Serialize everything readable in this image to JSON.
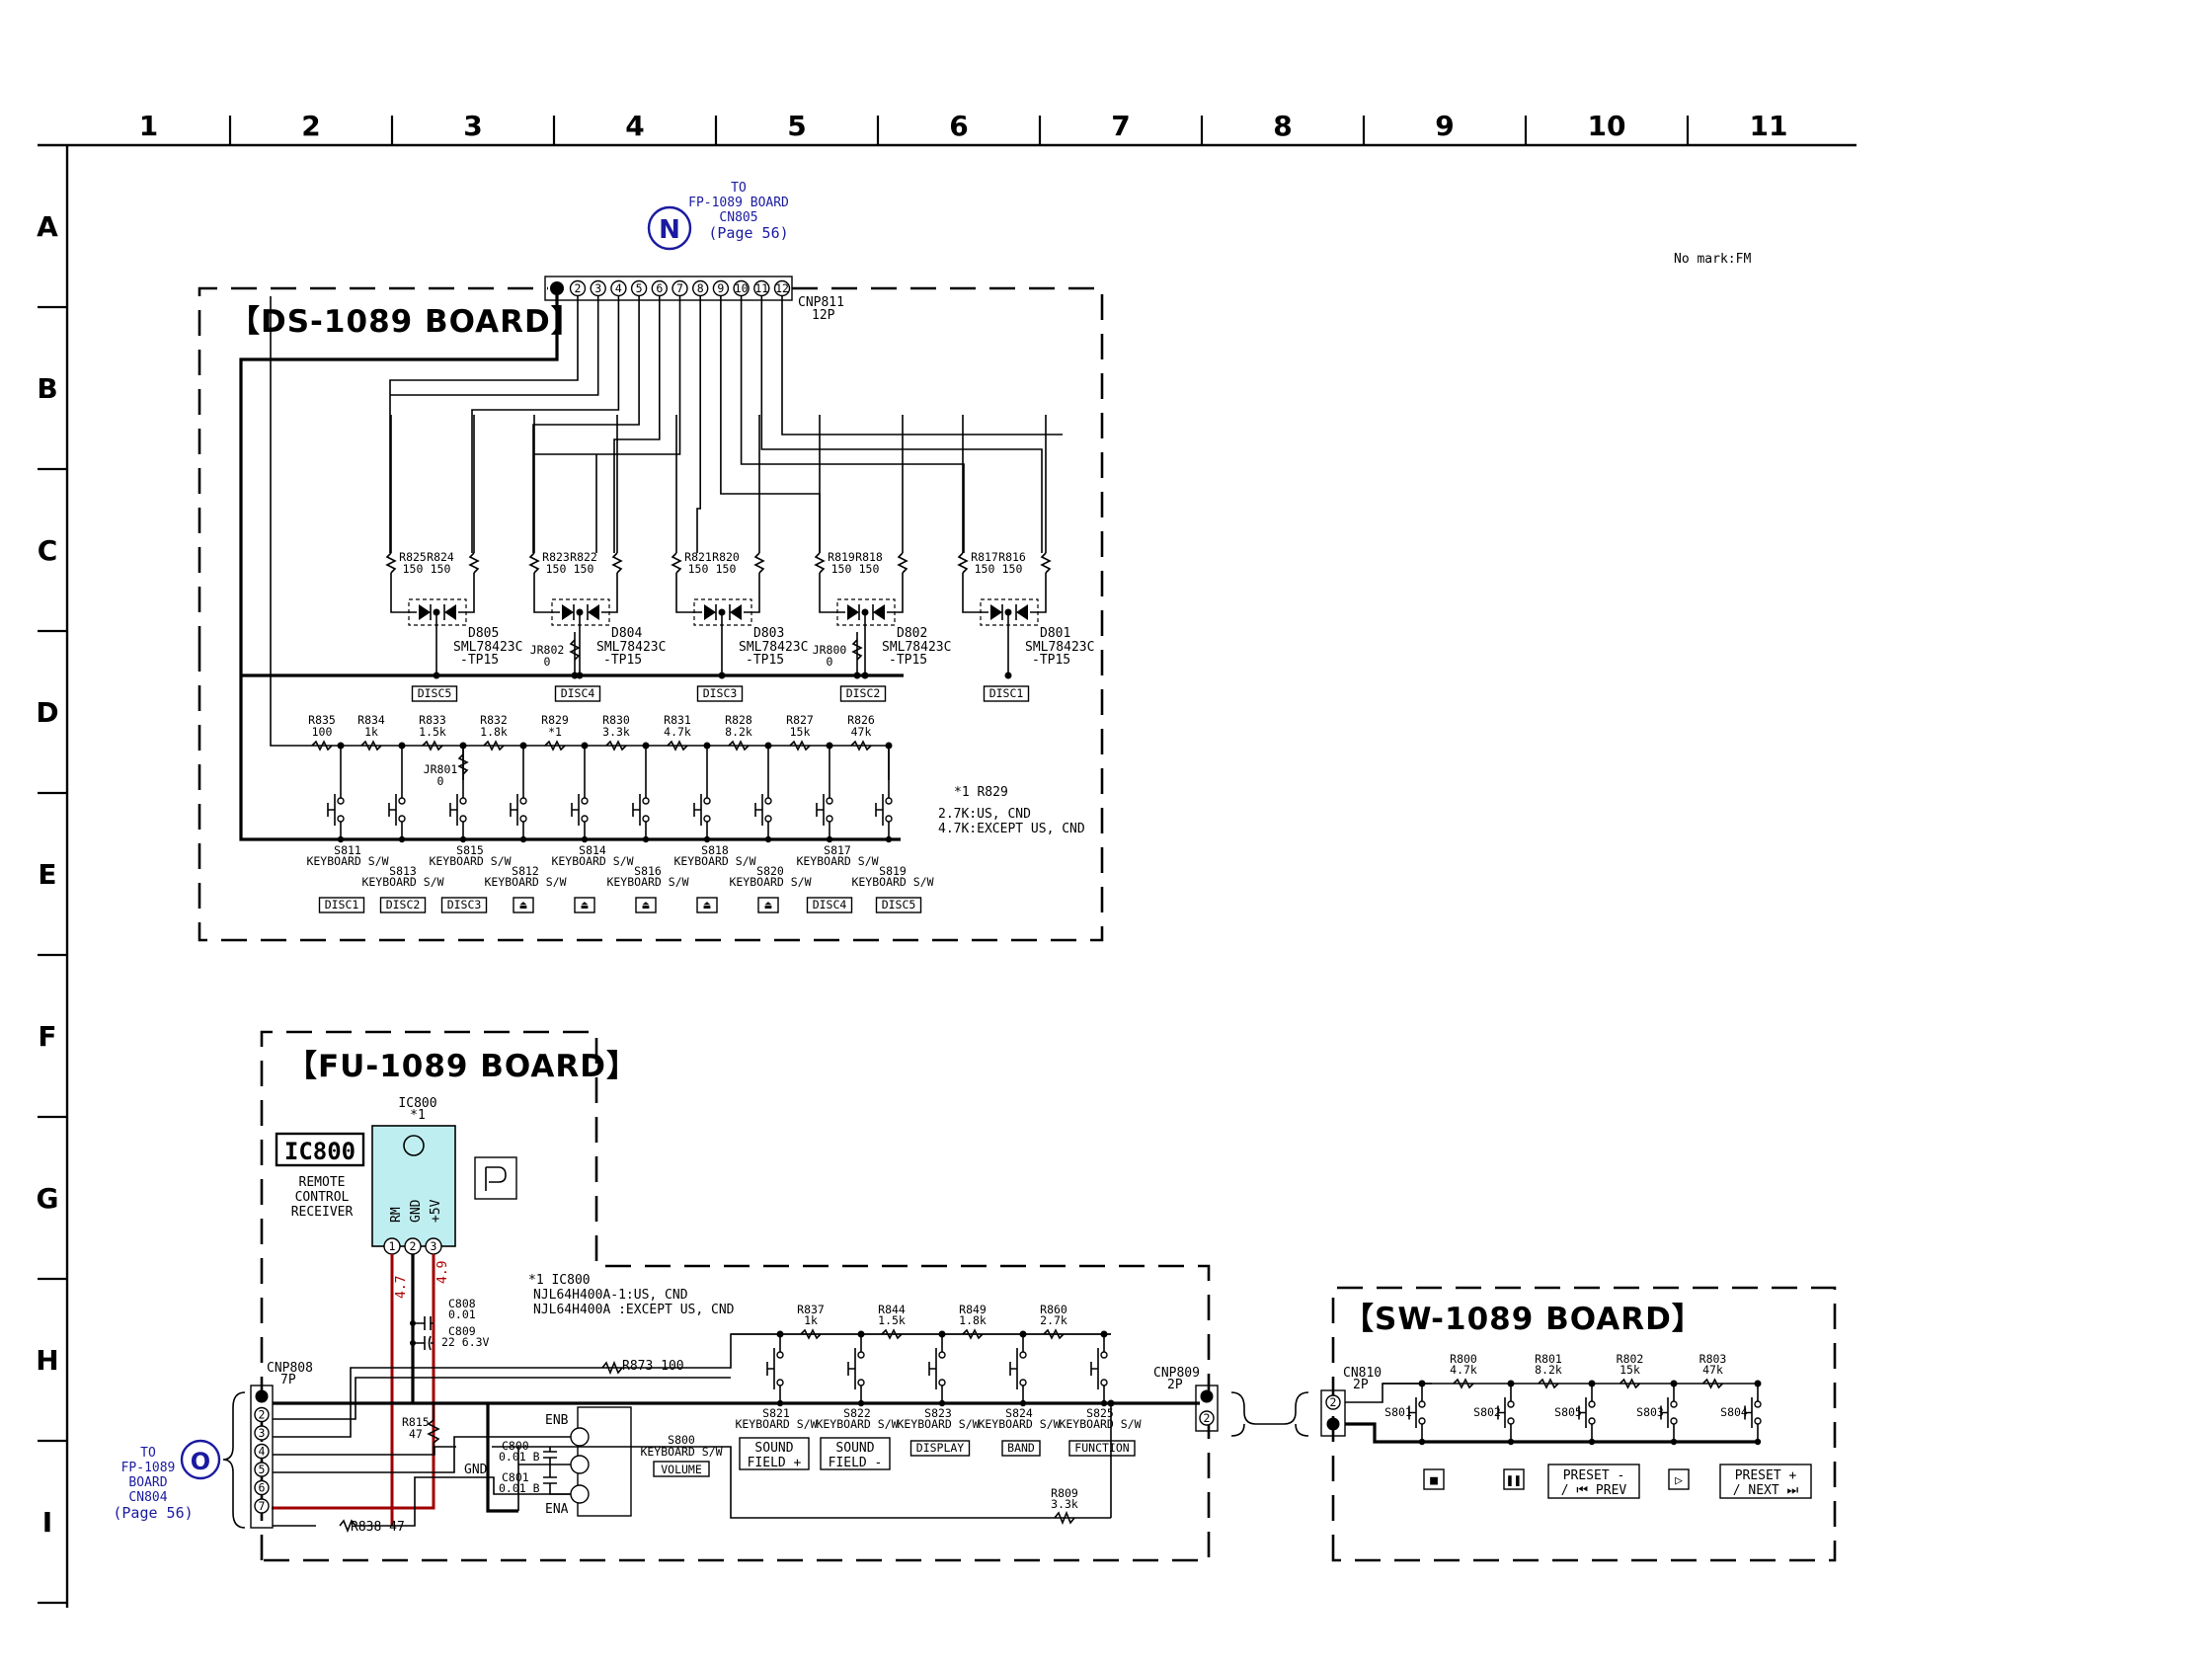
{
  "grid": {
    "columns": [
      "1",
      "2",
      "3",
      "4",
      "5",
      "6",
      "7",
      "8",
      "9",
      "10",
      "11"
    ],
    "rows": [
      "A",
      "B",
      "C",
      "D",
      "E",
      "F",
      "G",
      "H",
      "I"
    ]
  },
  "note_fm": "No mark:FM",
  "connector_n": {
    "letter": "N",
    "to": "TO",
    "board": "FP-1089 BOARD",
    "cn": "CN805",
    "page": "(Page 56)"
  },
  "connector_o": {
    "letter": "O",
    "to": "TO",
    "board": "FP-1089",
    "board2": "BOARD",
    "cn": "CN804",
    "page": "(Page 56)"
  },
  "ds_board": {
    "title": "【DS-1089 BOARD】",
    "cnp811": "CNP811",
    "cnp811_pins": "12P",
    "pins": [
      "2",
      "3",
      "4",
      "5",
      "6",
      "7",
      "8",
      "9",
      "10",
      "11",
      "12"
    ],
    "resistor_pairs": [
      {
        "a": "R825",
        "av": "150",
        "b": "R824",
        "bv": "150"
      },
      {
        "a": "R823",
        "av": "150",
        "b": "R822",
        "bv": "150"
      },
      {
        "a": "R821",
        "av": "150",
        "b": "R820",
        "bv": "150"
      },
      {
        "a": "R819",
        "av": "150",
        "b": "R818",
        "bv": "150"
      },
      {
        "a": "R817",
        "av": "150",
        "b": "R816",
        "bv": "150"
      }
    ],
    "diodes": [
      {
        "ref": "D805",
        "part": "SML78423C",
        "suffix": "-TP15"
      },
      {
        "ref": "D804",
        "part": "SML78423C",
        "suffix": "-TP15"
      },
      {
        "ref": "D803",
        "part": "SML78423C",
        "suffix": "-TP15"
      },
      {
        "ref": "D802",
        "part": "SML78423C",
        "suffix": "-TP15"
      },
      {
        "ref": "D801",
        "part": "SML78423C",
        "suffix": "-TP15"
      }
    ],
    "jumpers": [
      {
        "ref": "JR802",
        "val": "0"
      },
      {
        "ref": "JR800",
        "val": "0"
      },
      {
        "ref": "JR801",
        "val": "0"
      }
    ],
    "disc_labels": [
      "DISC5",
      "DISC4",
      "DISC3",
      "DISC2",
      "DISC1"
    ],
    "ladder": [
      {
        "ref": "R835",
        "val": "100"
      },
      {
        "ref": "R834",
        "val": "1k"
      },
      {
        "ref": "R833",
        "val": "1.5k"
      },
      {
        "ref": "R832",
        "val": "1.8k"
      },
      {
        "ref": "R829",
        "val": "*1"
      },
      {
        "ref": "R830",
        "val": "3.3k"
      },
      {
        "ref": "R831",
        "val": "4.7k"
      },
      {
        "ref": "R828",
        "val": "8.2k"
      },
      {
        "ref": "R827",
        "val": "15k"
      },
      {
        "ref": "R826",
        "val": "47k"
      }
    ],
    "note": [
      "*1 R829",
      "2.7K:US, CND",
      "4.7K:EXCEPT US, CND"
    ],
    "switches_upper": [
      {
        "ref": "S811",
        "desc": "KEYBOARD S/W"
      },
      {
        "ref": "S815",
        "desc": "KEYBOARD S/W"
      },
      {
        "ref": "S814",
        "desc": "KEYBOARD S/W"
      },
      {
        "ref": "S818",
        "desc": "KEYBOARD S/W"
      },
      {
        "ref": "S817",
        "desc": "KEYBOARD S/W"
      }
    ],
    "switches_lower": [
      {
        "ref": "S813",
        "desc": "KEYBOARD S/W"
      },
      {
        "ref": "S812",
        "desc": "KEYBOARD S/W"
      },
      {
        "ref": "S816",
        "desc": "KEYBOARD S/W"
      },
      {
        "ref": "S820",
        "desc": "KEYBOARD S/W"
      },
      {
        "ref": "S819",
        "desc": "KEYBOARD S/W"
      }
    ],
    "function_labels": [
      "DISC1",
      "DISC2",
      "DISC3",
      "⏏",
      "⏏",
      "⏏",
      "⏏",
      "⏏",
      "DISC4",
      "DISC5"
    ]
  },
  "fu_board": {
    "title": "【FU-1089 BOARD】",
    "ic_ref": "IC800",
    "ic_mark": "*1",
    "ic_box": "IC800",
    "ic_desc": [
      "REMOTE",
      "CONTROL",
      "RECEIVER"
    ],
    "ic_pins": [
      "RM",
      "GND",
      "+5V"
    ],
    "ic_pin_nums": [
      "1",
      "2",
      "3"
    ],
    "voltages": [
      "4.7",
      "4.9"
    ],
    "ic_note": [
      "*1 IC800",
      "NJL64H400A-1:US, CND",
      "NJL64H400A  :EXCEPT US, CND"
    ],
    "cnp808": "CNP808",
    "cnp808_pins": "7P",
    "cnp809": "CNP809",
    "cnp809_pins": "2P",
    "caps": [
      {
        "ref": "C808",
        "val": "0.01"
      },
      {
        "ref": "C809",
        "val": "22 6.3V"
      },
      {
        "ref": "C800",
        "val": "0.01 B"
      },
      {
        "ref": "C801",
        "val": "0.01 B"
      }
    ],
    "r815": {
      "ref": "R815",
      "val": "47"
    },
    "r873": "R873 100",
    "r838": "R838 47",
    "r809": {
      "ref": "R809",
      "val": "3.3k"
    },
    "encoder": {
      "top": "ENB",
      "bottom": "ENA",
      "gnd": "GND"
    },
    "s800": {
      "ref": "S800",
      "desc": "KEYBOARD S/W",
      "label": "VOLUME"
    },
    "ladder": [
      {
        "ref": "R837",
        "val": "1k"
      },
      {
        "ref": "R844",
        "val": "1.5k"
      },
      {
        "ref": "R849",
        "val": "1.8k"
      },
      {
        "ref": "R860",
        "val": "2.7k"
      }
    ],
    "switches": [
      {
        "ref": "S821",
        "desc": "KEYBOARD S/W",
        "l1": "SOUND",
        "l2": "FIELD +"
      },
      {
        "ref": "S822",
        "desc": "KEYBOARD S/W",
        "l1": "SOUND",
        "l2": "FIELD -"
      },
      {
        "ref": "S823",
        "desc": "KEYBOARD S/W",
        "l1": "DISPLAY",
        "l2": ""
      },
      {
        "ref": "S824",
        "desc": "KEYBOARD S/W",
        "l1": "BAND",
        "l2": ""
      },
      {
        "ref": "S825",
        "desc": "KEYBOARD S/W",
        "l1": "FUNCTION",
        "l2": ""
      }
    ]
  },
  "sw_board": {
    "title": "【SW-1089 BOARD】",
    "cn810": "CN810",
    "cn810_pins": "2P",
    "ladder": [
      {
        "ref": "R800",
        "val": "4.7k"
      },
      {
        "ref": "R801",
        "val": "8.2k"
      },
      {
        "ref": "R802",
        "val": "15k"
      },
      {
        "ref": "R803",
        "val": "47k"
      }
    ],
    "switches": [
      "S801",
      "S802",
      "S805",
      "S803",
      "S804"
    ],
    "buttons": [
      {
        "name": "stop",
        "l1": "■",
        "l2": ""
      },
      {
        "name": "pause",
        "l1": "❚❚",
        "l2": ""
      },
      {
        "name": "preset-prev",
        "l1": "PRESET -",
        "l2": "/ ⏮ PREV"
      },
      {
        "name": "play",
        "l1": "▷",
        "l2": ""
      },
      {
        "name": "preset-next",
        "l1": "PRESET +",
        "l2": "/ NEXT ⏭"
      }
    ]
  }
}
